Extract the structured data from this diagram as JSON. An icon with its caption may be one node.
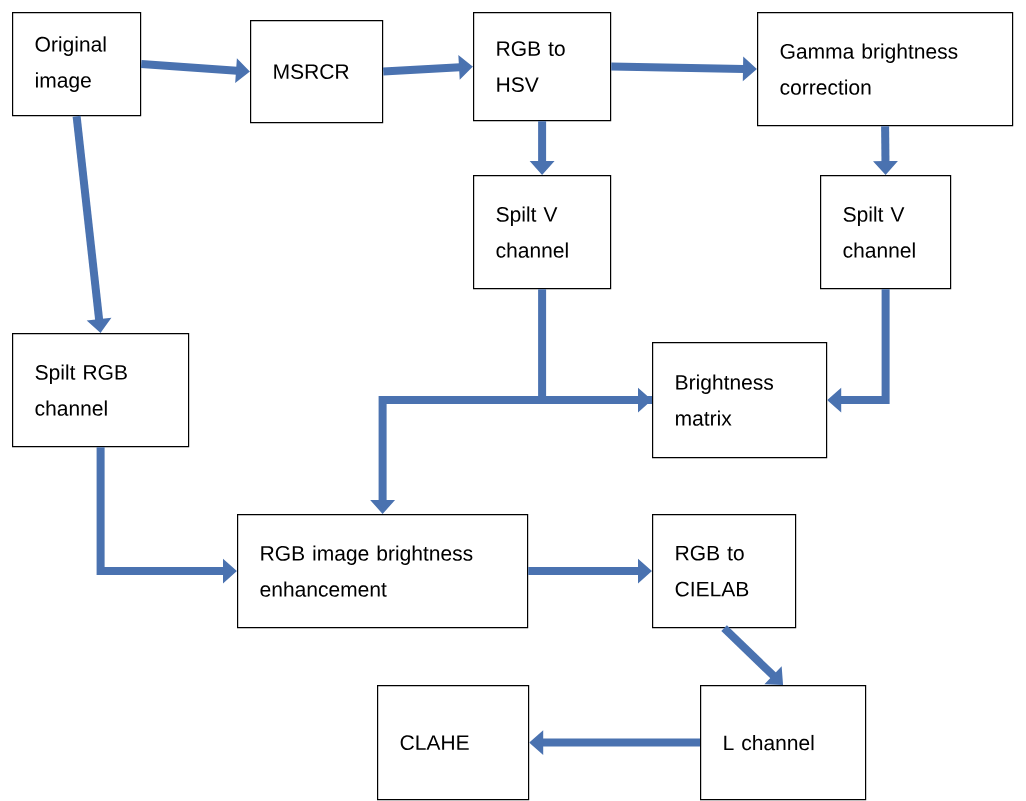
{
  "diagram": {
    "nodes": [
      {
        "text": [
          "Original image"
        ]
      },
      {
        "text": [
          "MSRCR"
        ]
      },
      {
        "text": [
          "RGB to HSV"
        ]
      },
      {
        "text": [
          "Gamma brightness correction"
        ]
      },
      {
        "text": [
          "Spilt V channel"
        ]
      },
      {
        "text": [
          "Spilt V channel"
        ]
      },
      {
        "text": [
          "Spilt RGB channel"
        ]
      },
      {
        "text": [
          "Brightness matrix"
        ]
      },
      {
        "text": [
          "RGB image brightness enhancement"
        ]
      },
      {
        "text": [
          "RGB to CIELAB"
        ]
      },
      {
        "text": [
          "L channel"
        ]
      },
      {
        "text": [
          "CLAHE"
        ]
      }
    ],
    "edges": [
      {
        "from": 0,
        "to": 1,
        "arrow": "to"
      },
      {
        "from": 1,
        "to": 2,
        "arrow": "to"
      },
      {
        "from": 2,
        "to": 3,
        "arrow": "to"
      },
      {
        "from": 2,
        "to": 4,
        "arrow": "to"
      },
      {
        "from": 3,
        "to": 5,
        "arrow": "to"
      },
      {
        "from": 0,
        "to": 6,
        "arrow": "to"
      },
      {
        "from": 4,
        "to": 7,
        "arrow": "to"
      },
      {
        "from": 5,
        "to": 7,
        "arrow": "to"
      },
      {
        "from": 7,
        "to": 8,
        "arrow": "to"
      },
      {
        "from": 6,
        "to": 8,
        "arrow": "to"
      },
      {
        "from": 8,
        "to": 9,
        "arrow": "to"
      },
      {
        "from": 9,
        "to": 10,
        "arrow": "to"
      },
      {
        "from": 10,
        "to": 11,
        "arrow": "to"
      }
    ]
  }
}
